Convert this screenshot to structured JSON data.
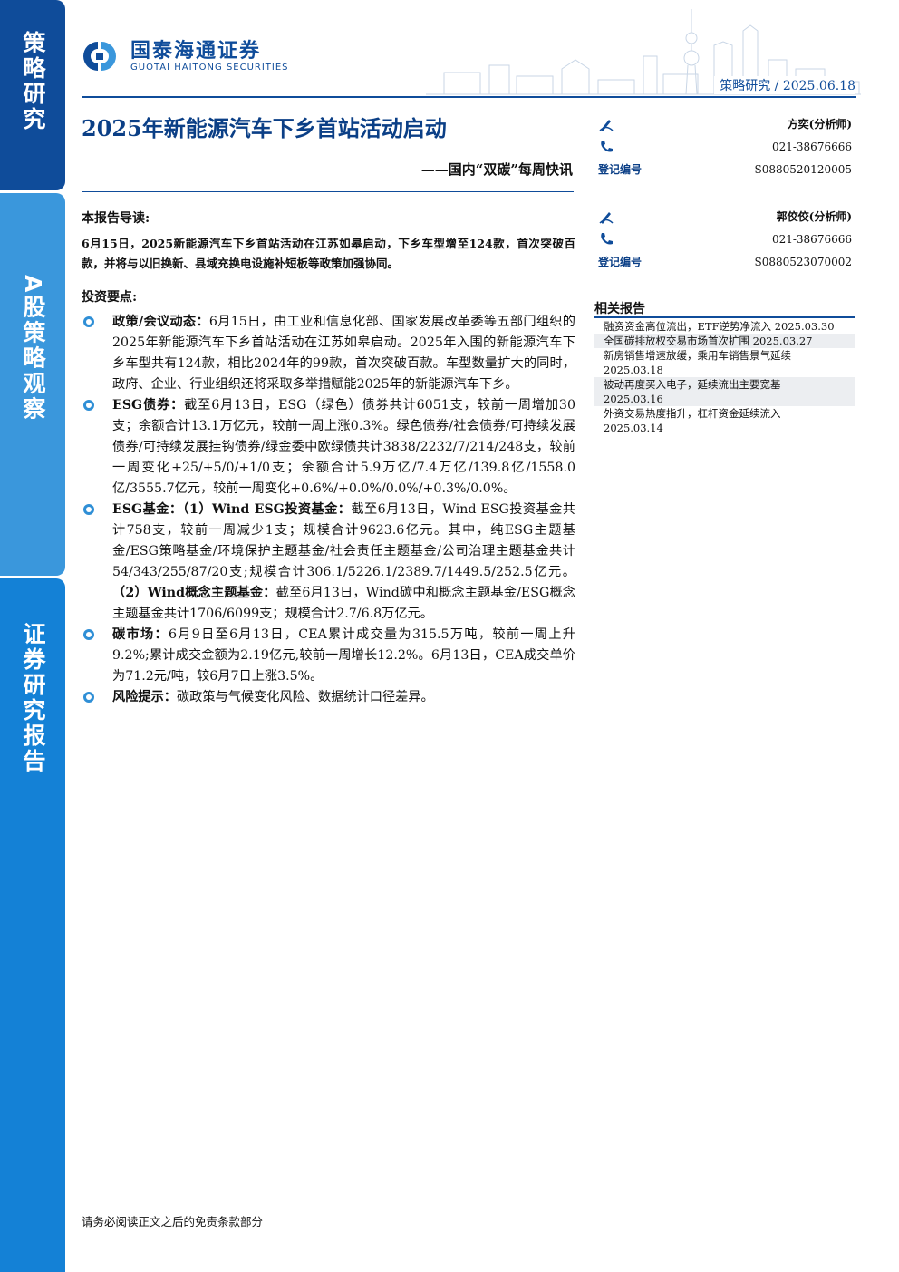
{
  "sidebar": {
    "block1": "策略研究",
    "block2": "A股策略观察",
    "block3": "证券研究报告"
  },
  "header": {
    "logo_cn": "国泰海通证券",
    "logo_en": "GUOTAI HAITONG SECURITIES",
    "meta": "策略研究 / 2025.06.18"
  },
  "title": "2025年新能源汽车下乡首站活动启动",
  "subtitle": "——国内“双碳”每周快讯",
  "intro": {
    "heading": "本报告导读:",
    "text": "6月15日，2025新能源汽车下乡首站活动在江苏如皋启动，下乡车型增至124款，首次突破百款，并将与以旧换新、县域充换电设施补短板等政策加强协同。"
  },
  "points": {
    "heading": "投资要点:",
    "items": [
      {
        "label": "政策/会议动态：",
        "text": "6月15日，由工业和信息化部、国家发展改革委等五部门组织的2025年新能源汽车下乡首站活动在江苏如皋启动。2025年入围的新能源汽车下乡车型共有124款，相比2024年的99款，首次突破百款。车型数量扩大的同时，政府、企业、行业组织还将采取多举措赋能2025年的新能源汽车下乡。"
      },
      {
        "label": "ESG债券：",
        "text": "截至6月13日，ESG（绿色）债券共计6051支，较前一周增加30支；余额合计13.1万亿元，较前一周上涨0.3%。绿色债券/社会债券/可持续发展债券/可持续发展挂钩债券/绿金委中欧绿债共计3838/2232/7/214/248支，较前一周变化+25/+5/0/+1/0支；余额合计5.9万亿/7.4万亿/139.8亿/1558.0亿/3555.7亿元，较前一周变化+0.6%/+0.0%/0.0%/+0.3%/0.0%。"
      },
      {
        "label": "ESG基金：（1）Wind ESG投资基金：",
        "text": "截至6月13日，Wind ESG投资基金共计758支，较前一周减少1支；规模合计9623.6亿元。其中，纯ESG主题基金/ESG策略基金/环境保护主题基金/社会责任主题基金/公司治理主题基金共计54/343/255/87/20支;规模合计306.1/5226.1/2389.7/1449.5/252.5亿元。",
        "label2": "（2）Wind概念主题基金：",
        "text2": "截至6月13日，Wind碳中和概念主题基金/ESG概念主题基金共计1706/6099支；规模合计2.7/6.8万亿元。"
      },
      {
        "label": "碳市场：",
        "text": "6月9日至6月13日，CEA累计成交量为315.5万吨，较前一周上升9.2%;累计成交金额为2.19亿元,较前一周增长12.2%。6月13日，CEA成交单价为71.2元/吨，较6月7日上涨3.5%。"
      },
      {
        "label": "风险提示：",
        "text": "碳政策与气候变化风险、数据统计口径差异。"
      }
    ]
  },
  "analysts": [
    {
      "name": "方奕(分析师)",
      "phone": "021-38676666",
      "reg_label": "登记编号",
      "reg_no": "S0880520120005"
    },
    {
      "name": "郭佼佼(分析师)",
      "phone": "021-38676666",
      "reg_label": "登记编号",
      "reg_no": "S0880523070002"
    }
  ],
  "related": {
    "heading": "相关报告",
    "items": [
      {
        "line1": "融资资金高位流出，ETF逆势净流入 2025.03.30"
      },
      {
        "line1": "全国碳排放权交易市场首次扩围 2025.03.27"
      },
      {
        "line1": "新房销售增速放缓，乘用车销售景气延续",
        "line2": "2025.03.18"
      },
      {
        "line1": "被动再度买入电子，延续流出主要宽基",
        "line2": "2025.03.16"
      },
      {
        "line1": "外资交易热度指升，杠杆资金延续流入",
        "line2": "2025.03.14"
      }
    ]
  },
  "footer": "请务必阅读正文之后的免责条款部分",
  "colors": {
    "brand_dark": "#0f4c9a",
    "brand_mid": "#3a97dc",
    "brand_blue": "#1481d6",
    "bullet": "#2f8fd6"
  }
}
